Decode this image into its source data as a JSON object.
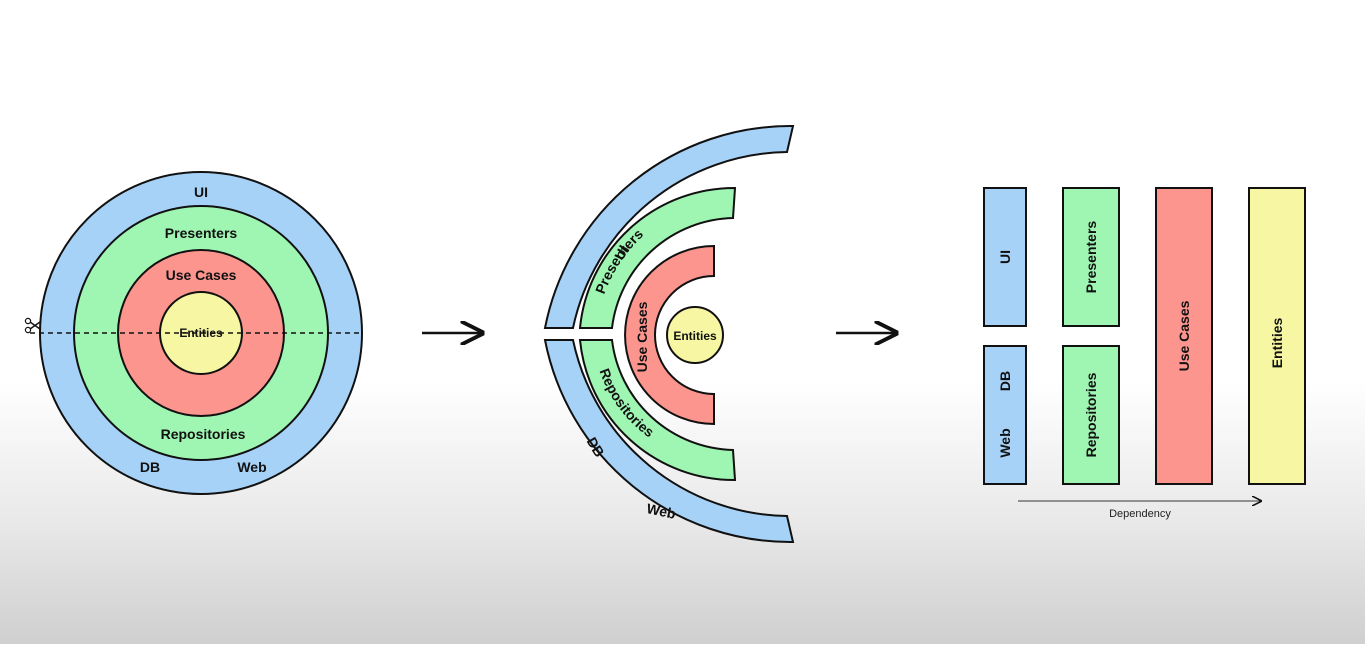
{
  "colors": {
    "outer_layer": "#a7d2f7",
    "interface_layer": "#9ff5b2",
    "use_case_layer": "#fb958e",
    "entity_layer": "#f6f6a3",
    "outline": "#111111"
  },
  "icons": {
    "cut_marker": "scissors-icon",
    "transition_arrow": "arrow-right-icon"
  },
  "concentric": {
    "outer": {
      "top": "UI",
      "bottom_left": "DB",
      "bottom_right": "Web"
    },
    "interface": {
      "top": "Presenters",
      "bottom": "Repositories"
    },
    "use_cases": "Use Cases",
    "entities": "Entities"
  },
  "split": {
    "outer_top": "UI",
    "outer_bottom_left": "DB",
    "outer_bottom_right": "Web",
    "interface_top": "Presenters",
    "interface_bottom": "Repositories",
    "use_cases": "Use Cases",
    "entities": "Entities"
  },
  "columns": {
    "ui": "UI",
    "db": "DB",
    "web": "Web",
    "presenters": "Presenters",
    "repositories": "Repositories",
    "use_cases": "Use Cases",
    "entities": "Entities",
    "axis_label": "Dependency"
  }
}
